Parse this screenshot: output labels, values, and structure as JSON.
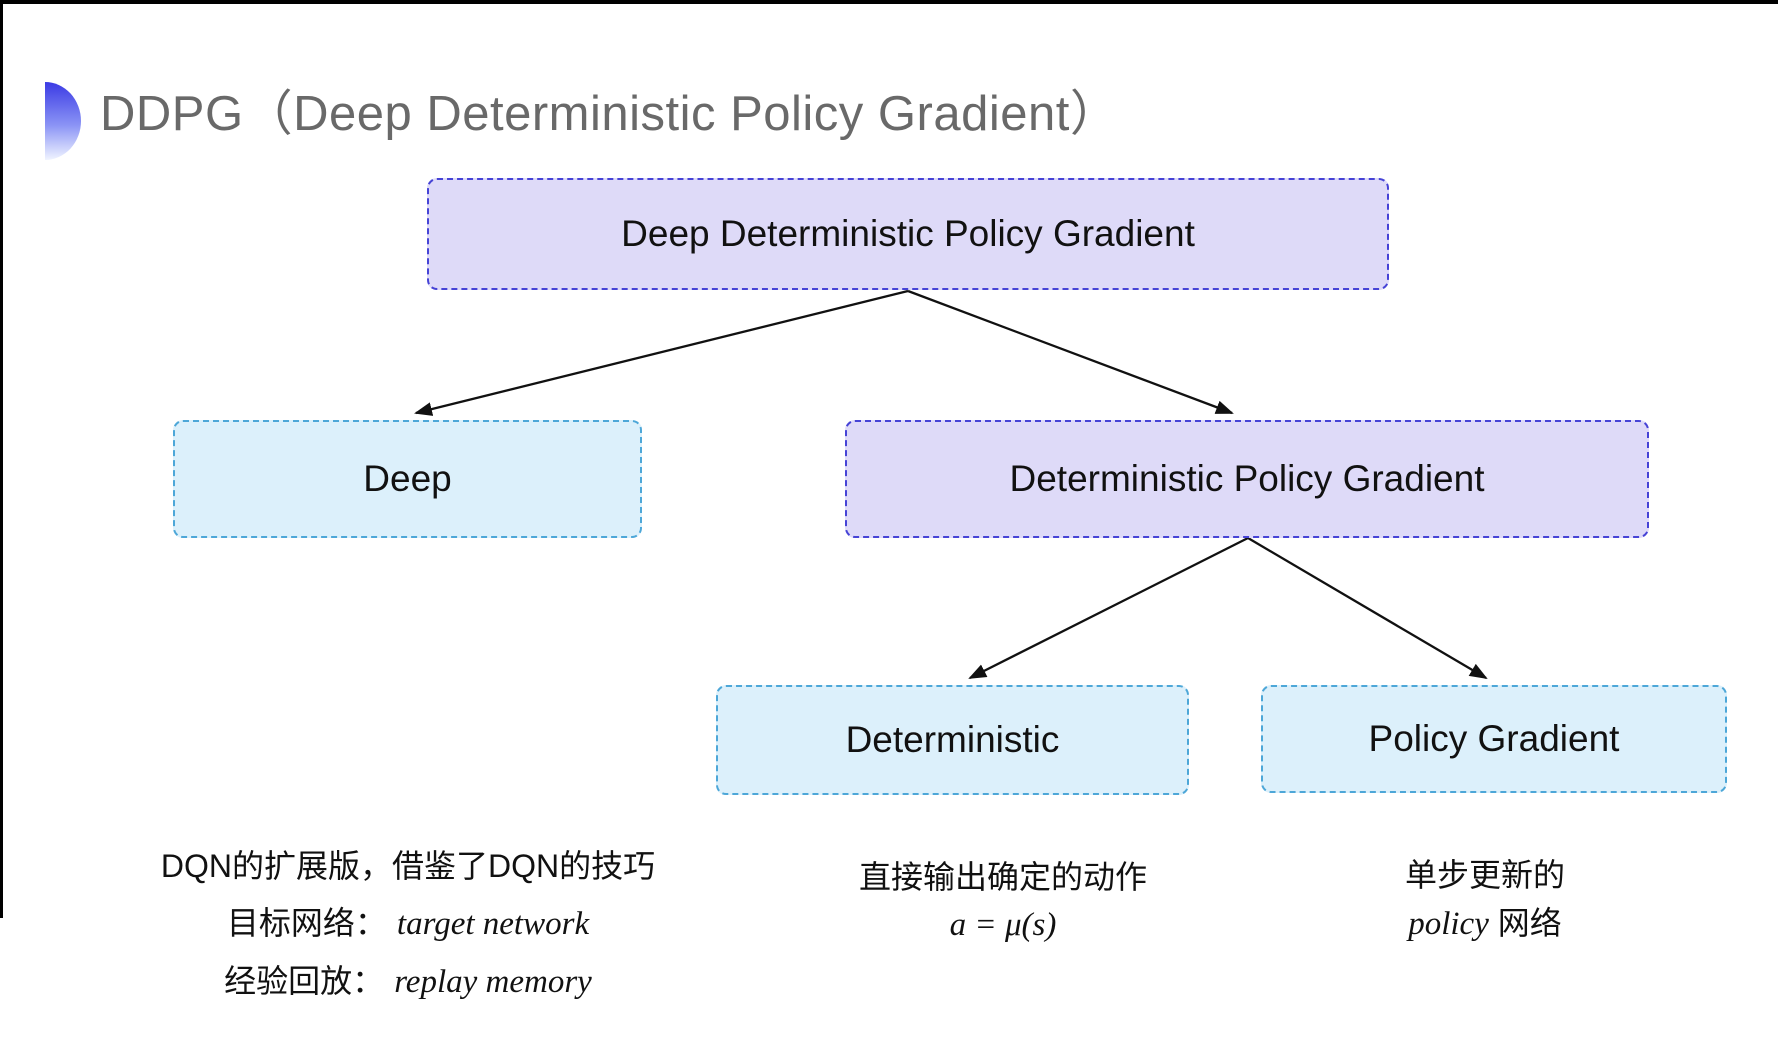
{
  "title": {
    "text": "DDPG（Deep Deterministic Policy Gradient）"
  },
  "colors": {
    "purple_fill": "#dedaf8",
    "purple_border": "#4643d6",
    "cyan_fill": "#dcf0fb",
    "cyan_border": "#4da7d8",
    "title_text": "#696969",
    "node_text": "#111111",
    "note_text": "#111111",
    "arrow": "#111111",
    "bullet_top": "#3b3be4",
    "bullet_bottom": "#f0f4ff",
    "frame": "#000000"
  },
  "diagram": {
    "nodes": [
      {
        "id": "ddpg",
        "label": "Deep Deterministic Policy Gradient",
        "variant": "purple"
      },
      {
        "id": "deep",
        "label": "Deep",
        "variant": "cyan"
      },
      {
        "id": "dpg",
        "label": "Deterministic Policy Gradient",
        "variant": "purple"
      },
      {
        "id": "deterministic",
        "label": "Deterministic",
        "variant": "cyan"
      },
      {
        "id": "policy-gradient",
        "label": "Policy Gradient",
        "variant": "cyan"
      }
    ],
    "edges": [
      {
        "from": "ddpg",
        "to": "deep"
      },
      {
        "from": "ddpg",
        "to": "dpg"
      },
      {
        "from": "dpg",
        "to": "deterministic"
      },
      {
        "from": "dpg",
        "to": "policy-gradient"
      }
    ]
  },
  "notes": {
    "deep": {
      "line1": "DQN的扩展版，借鉴了DQN的技巧",
      "line2_label": "目标网络：",
      "line2_term": "target network",
      "line3_label": "经验回放：",
      "line3_term": "replay memory"
    },
    "deterministic": {
      "line1": "直接输出确定的动作",
      "formula": "a = μ(s)"
    },
    "policy_gradient": {
      "line1": "单步更新的",
      "term": "policy",
      "suffix": " 网络"
    }
  }
}
